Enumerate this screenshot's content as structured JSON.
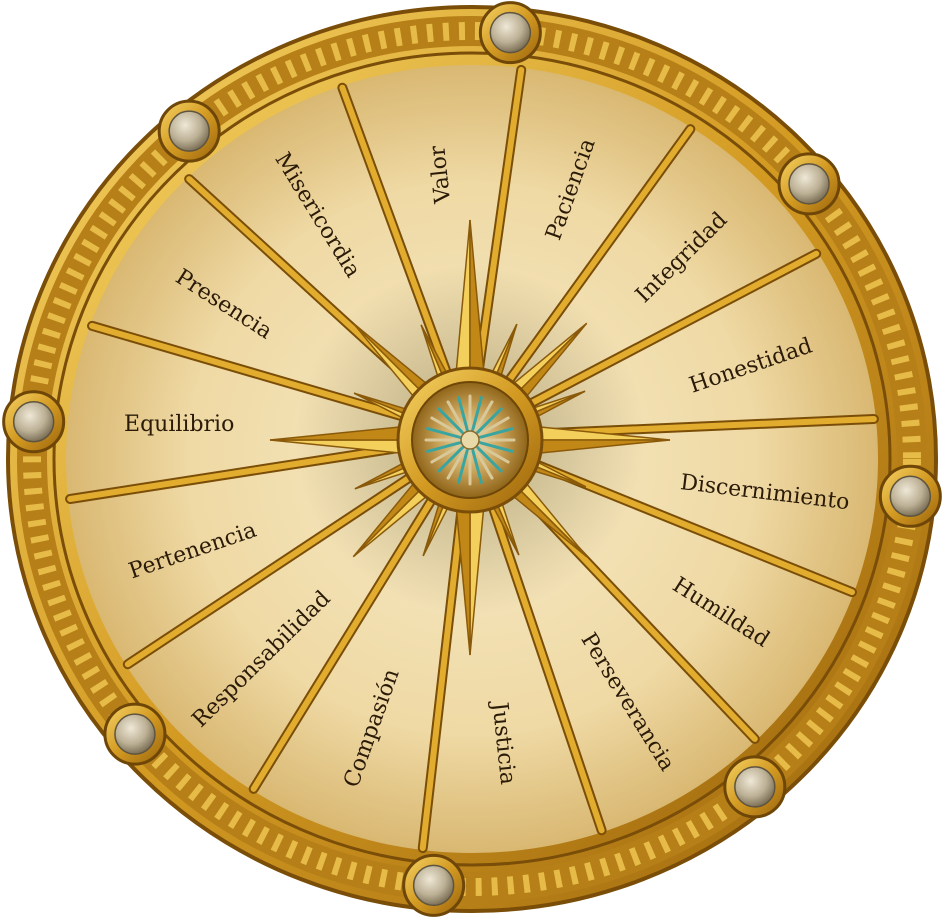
{
  "wheel": {
    "segments": [
      "Valor",
      "Paciencia",
      "Integridad",
      "Honestidad",
      "Discernimiento",
      "Humildad",
      "Perseverancia",
      "Justicia",
      "Compasión",
      "Responsabilidad",
      "Pertenencia",
      "Equilibrio",
      "Presencia",
      "Misericordia"
    ],
    "colors": {
      "gold": "#d9a72a",
      "gold_dark": "#8a5a0a",
      "gold_light": "#f3cf5c",
      "parchment": "#f1dfb0",
      "parchment_edge": "#dcbf7f",
      "ink": "#2a1a08",
      "stud": "#c9bfa6",
      "gem_teal": "#3aa4a0"
    },
    "studs": 8
  }
}
